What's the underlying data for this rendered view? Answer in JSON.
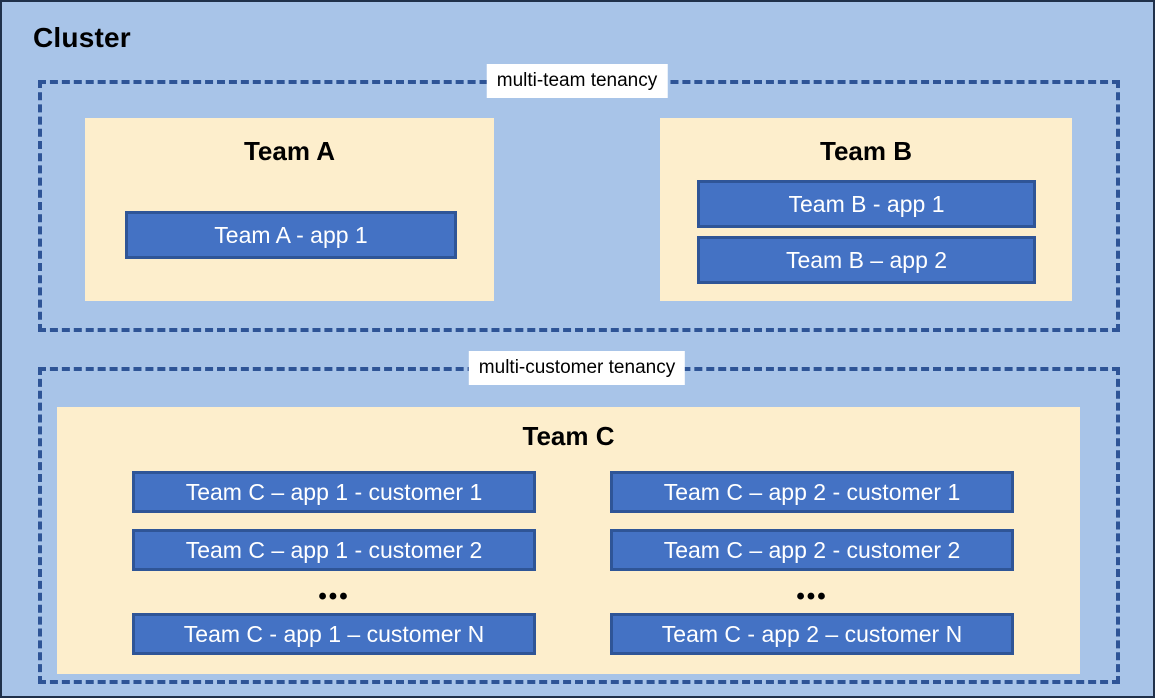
{
  "diagram": {
    "title": "Cluster",
    "colors": {
      "cluster_background": "#a8c4e8",
      "cluster_border": "#20314a",
      "tenancy_border": "#2e5496",
      "team_background": "#fdeecc",
      "app_fill": "#4472c4",
      "app_border": "#2f5597",
      "app_text": "#ffffff",
      "label_background": "#ffffff"
    },
    "tenancy_groups": [
      {
        "id": "multi-team",
        "label": "multi-team tenancy",
        "teams": [
          {
            "id": "a",
            "title": "Team A",
            "apps": [
              {
                "label": "Team A - app 1"
              }
            ]
          },
          {
            "id": "b",
            "title": "Team B",
            "apps": [
              {
                "label": "Team B - app 1"
              },
              {
                "label": "Team B – app 2"
              }
            ]
          }
        ]
      },
      {
        "id": "multi-customer",
        "label": "multi-customer tenancy",
        "teams": [
          {
            "id": "c",
            "title": "Team C",
            "ellipsis": "•••",
            "columns": [
              {
                "id": "app-1",
                "apps": [
                  {
                    "label": "Team C – app 1 - customer 1"
                  },
                  {
                    "label": "Team C – app 1 - customer 2"
                  },
                  {
                    "label": "Team C - app 1 – customer N"
                  }
                ]
              },
              {
                "id": "app-2",
                "apps": [
                  {
                    "label": "Team C – app 2 - customer 1"
                  },
                  {
                    "label": "Team C – app 2 - customer 2"
                  },
                  {
                    "label": "Team C - app 2 – customer N"
                  }
                ]
              }
            ]
          }
        ]
      }
    ]
  }
}
